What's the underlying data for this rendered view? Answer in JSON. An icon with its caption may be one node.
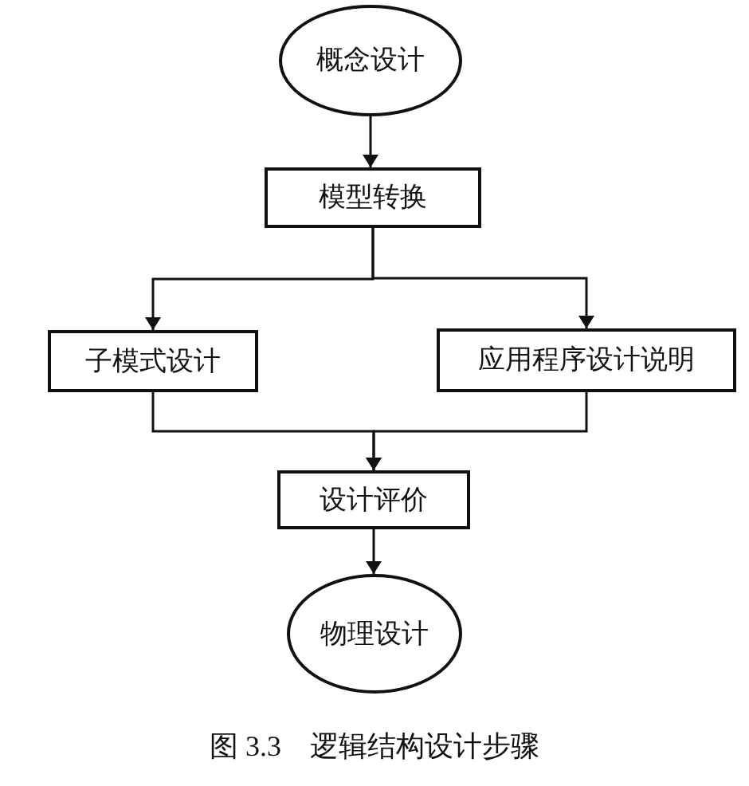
{
  "diagram": {
    "caption": "图 3.3　逻辑结构设计步骤",
    "nodes": [
      {
        "text": [
          "概念设计"
        ]
      },
      {
        "text": [
          "模型转换"
        ]
      },
      {
        "text": [
          "子模式设计"
        ]
      },
      {
        "text": [
          "应用程序设计说明"
        ]
      },
      {
        "text": [
          "设计评价"
        ]
      },
      {
        "text": [
          "物理设计"
        ]
      }
    ],
    "edges": [
      {
        "from": 0,
        "to": 1,
        "arrow": "to"
      },
      {
        "from": 1,
        "to": 2,
        "arrow": "to"
      },
      {
        "from": 1,
        "to": 3,
        "arrow": "to"
      },
      {
        "from": 2,
        "to": 4,
        "arrow": "to"
      },
      {
        "from": 3,
        "to": 4,
        "arrow": "to"
      },
      {
        "from": 4,
        "to": 5,
        "arrow": "to"
      }
    ]
  }
}
